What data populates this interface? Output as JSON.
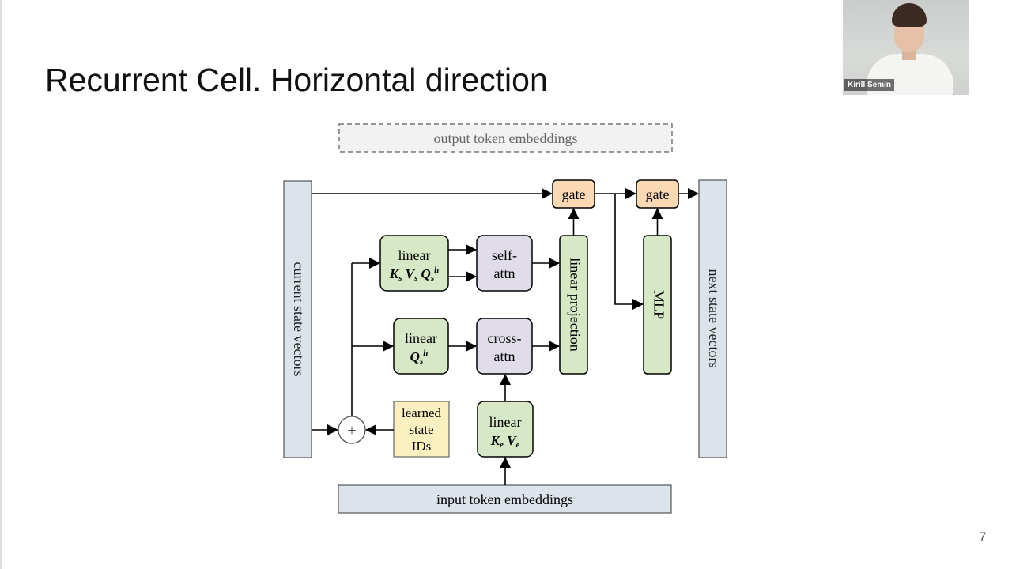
{
  "slide": {
    "title": "Recurrent Cell. Horizontal direction",
    "page_number": "7"
  },
  "webcam": {
    "name": "Kirill Semin"
  },
  "diagram": {
    "output_token_embeddings": "output token embeddings",
    "input_token_embeddings": "input token embeddings",
    "current_state_vectors": "current state vectors",
    "next_state_vectors": "next state vectors",
    "gate1": "gate",
    "gate2": "gate",
    "linear_top": {
      "line1": "linear",
      "line2": "K",
      "line2b": "s",
      "line2c": " V",
      "line2d": "s",
      "line2e": " Q",
      "line2f": "s",
      "line2g": "h"
    },
    "linear_mid": {
      "line1": "linear",
      "line2": "Q",
      "line2b": "s",
      "line2c": "h"
    },
    "linear_bottom": {
      "line1": "linear",
      "line2": "K",
      "line2b": "e",
      "line2c": " V",
      "line2d": "e"
    },
    "self_attn": {
      "line1": "self-",
      "line2": "attn"
    },
    "cross_attn": {
      "line1": "cross-",
      "line2": "attn"
    },
    "linear_projection": "linear projection",
    "mlp": "MLP",
    "learned_state_ids": {
      "line1": "learned",
      "line2": "state",
      "line3": "IDs"
    },
    "sum_symbol": "+"
  }
}
